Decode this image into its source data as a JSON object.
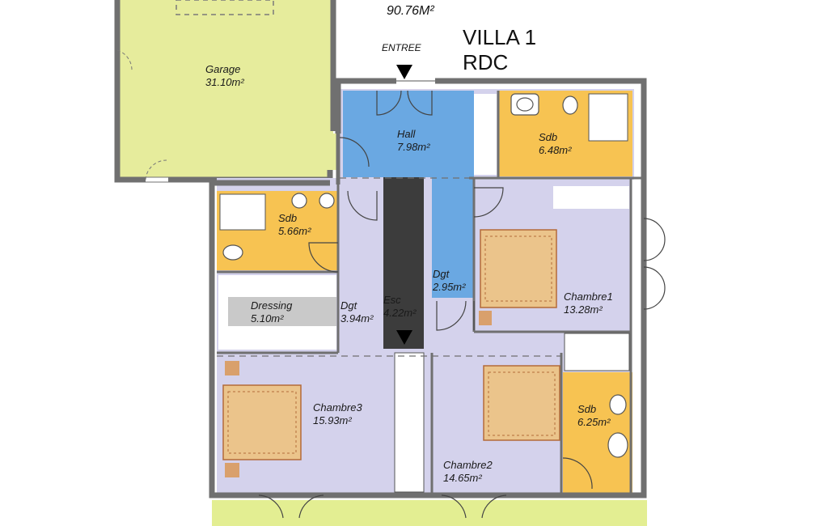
{
  "header": {
    "total_area": "90.76M²",
    "title_line1": "VILLA 1",
    "title_line2": "RDC",
    "entrance": "ENTREE"
  },
  "rooms": {
    "garage": {
      "name": "Garage",
      "area": "31.10m²"
    },
    "hall": {
      "name": "Hall",
      "area": "7.98m²"
    },
    "sdb_top": {
      "name": "Sdb",
      "area": "6.48m²"
    },
    "sdb_left": {
      "name": "Sdb",
      "area": "5.66m²"
    },
    "dressing": {
      "name": "Dressing",
      "area": "5.10m²"
    },
    "dgt_left": {
      "name": "Dgt",
      "area": "3.94m²"
    },
    "esc": {
      "name": "Esc",
      "area": "4.22m²"
    },
    "dgt_right": {
      "name": "Dgt",
      "area": "2.95m²"
    },
    "chambre1": {
      "name": "Chambre1",
      "area": "13.28m²"
    },
    "chambre3": {
      "name": "Chambre3",
      "area": "15.93m²"
    },
    "chambre2": {
      "name": "Chambre2",
      "area": "14.65m²"
    },
    "sdb_right": {
      "name": "Sdb",
      "area": "6.25m²"
    }
  },
  "colors": {
    "garage": "#e6ec9c",
    "hall": "#6aa8e2",
    "sdb": "#f7c352",
    "rooms": "#d4d2ec",
    "dressing": "#c9c9c9",
    "terrace": "#e3ee92",
    "wall": "#707070"
  }
}
